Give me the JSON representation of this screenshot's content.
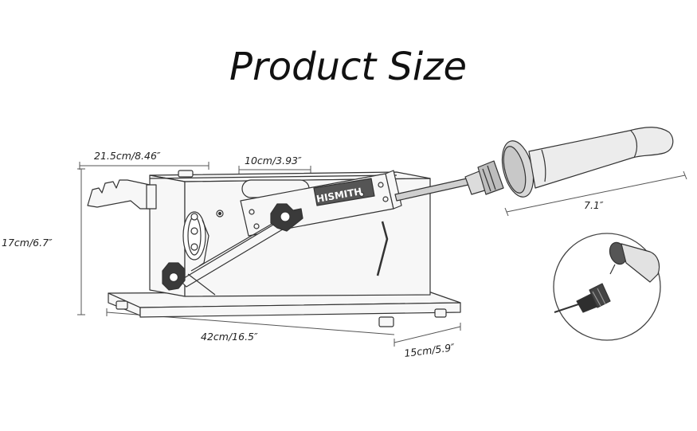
{
  "title": "Product Size",
  "brand": "HISMITH",
  "dimensions": {
    "arm_width": "21.5cm/8.46″",
    "stroke": "10cm/3.93″",
    "height": "17cm/6.7″",
    "base_length": "42cm/16.5″",
    "base_depth": "15cm/5.9″",
    "attachment_length": "7.1″"
  },
  "colors": {
    "line": "#333333",
    "machine_fill": "#f7f7f7",
    "attachment_fill": "#ececec",
    "rod": "#888888",
    "knob": "#3a3a3a"
  }
}
